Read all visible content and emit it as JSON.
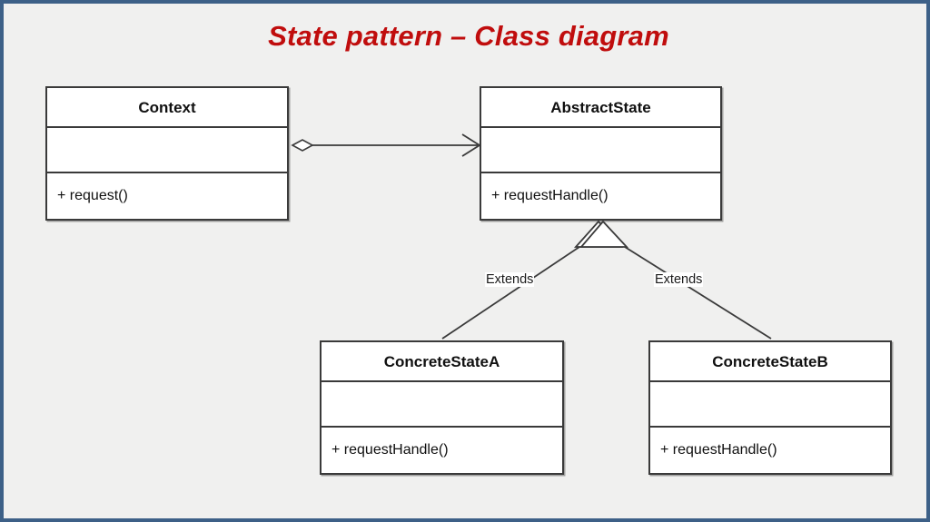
{
  "slide": {
    "title": "State pattern – Class diagram",
    "background_color": "#f0f0ef",
    "border_color": "#3d6087",
    "title_color": "#c00d0d"
  },
  "diagram": {
    "type": "uml-class-diagram",
    "classes": [
      {
        "id": "context",
        "name": "Context",
        "attributes": [],
        "operations": [
          "+ request()"
        ]
      },
      {
        "id": "abstractstate",
        "name": "AbstractState",
        "attributes": [],
        "operations": [
          "+ requestHandle()"
        ]
      },
      {
        "id": "concretestatea",
        "name": "ConcreteStateA",
        "attributes": [],
        "operations": [
          "+ requestHandle()"
        ]
      },
      {
        "id": "concretestateb",
        "name": "ConcreteStateB",
        "attributes": [],
        "operations": [
          "+ requestHandle()"
        ]
      }
    ],
    "relationships": [
      {
        "id": "context-to-abstractstate",
        "from": "context",
        "to": "abstractstate",
        "kind": "aggregation",
        "source_decoration": "hollow-diamond",
        "target_decoration": "open-arrow",
        "label": ""
      },
      {
        "id": "concretea-extends-abstractstate",
        "from": "concretestatea",
        "to": "abstractstate",
        "kind": "generalization",
        "target_decoration": "hollow-triangle",
        "label": "Extends"
      },
      {
        "id": "concreteb-extends-abstractstate",
        "from": "concretestateb",
        "to": "abstractstate",
        "kind": "generalization",
        "target_decoration": "hollow-triangle",
        "label": "Extends"
      }
    ],
    "line_color": "#3a3a3a"
  }
}
